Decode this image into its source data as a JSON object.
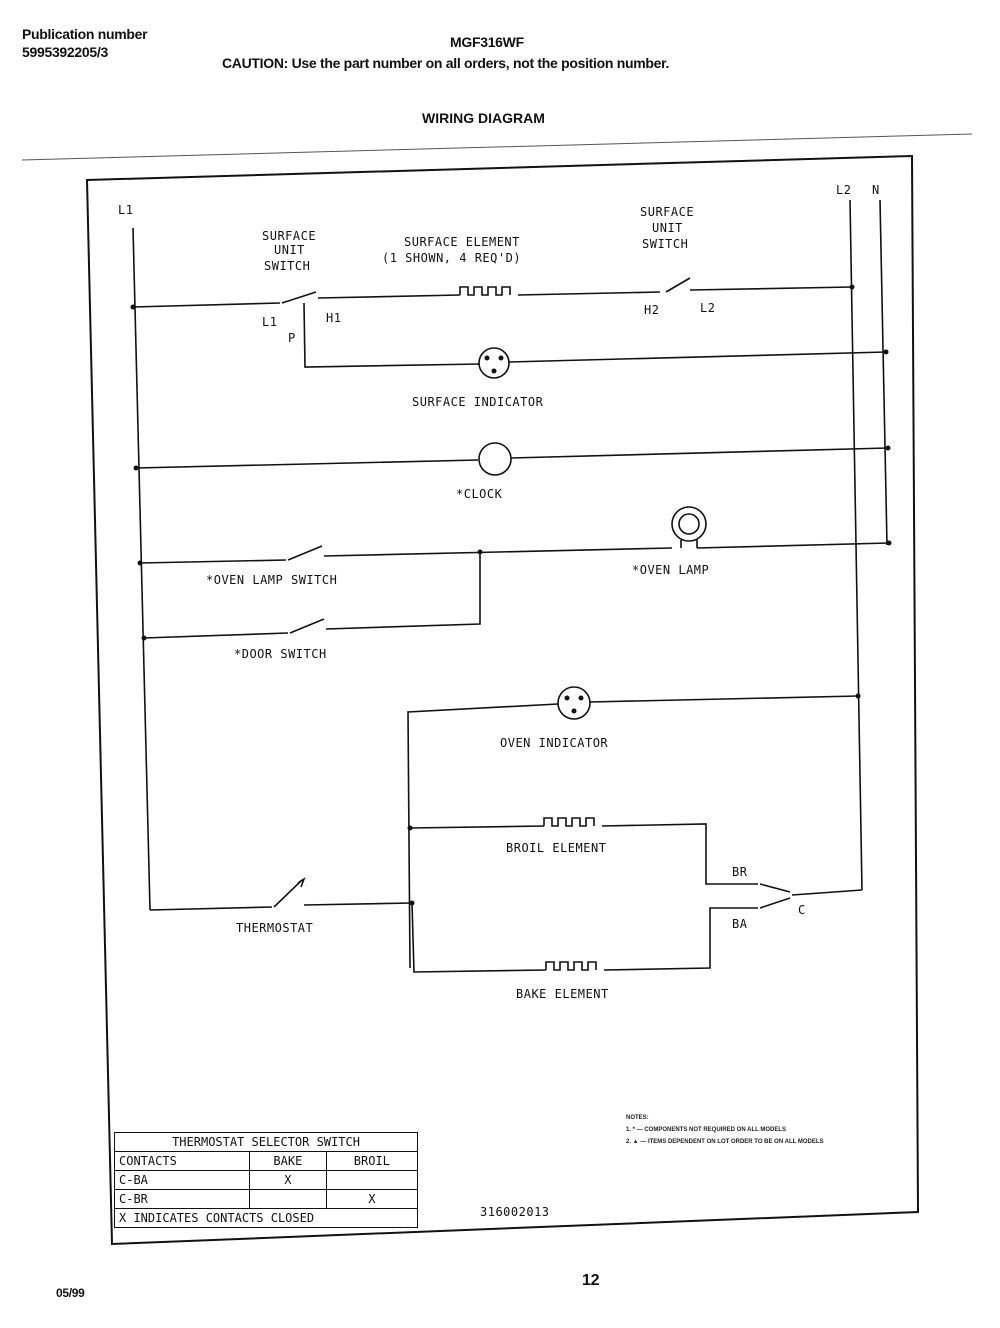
{
  "header": {
    "publication_label": "Publication number",
    "publication_number": "5995392205/3",
    "model": "MGF316WF",
    "caution": "CAUTION: Use the part number on all orders, not the position number.",
    "title": "WIRING DIAGRAM"
  },
  "terminals": {
    "l1": "L1",
    "l2": "L2",
    "n": "N",
    "sw_l1": "L1",
    "sw_p": "P",
    "sw_h1": "H1",
    "sw_h2": "H2",
    "sw_l2": "L2",
    "br": "BR",
    "ba": "BA",
    "c": "C"
  },
  "components": {
    "surface_switch_left": [
      "SURFACE",
      "UNIT",
      "SWITCH"
    ],
    "surface_switch_right": [
      "SURFACE",
      "UNIT",
      "SWITCH"
    ],
    "surface_element": [
      "SURFACE ELEMENT",
      "(1 SHOWN, 4 REQ'D)"
    ],
    "surface_indicator": "SURFACE INDICATOR",
    "clock": "*CLOCK",
    "oven_lamp_switch": "*OVEN LAMP SWITCH",
    "oven_lamp": "*OVEN LAMP",
    "door_switch": "*DOOR SWITCH",
    "oven_indicator": "OVEN INDICATOR",
    "broil_element": "BROIL ELEMENT",
    "bake_element": "BAKE ELEMENT",
    "thermostat": "THERMOSTAT"
  },
  "selector_table": {
    "title": "THERMOSTAT SELECTOR SWITCH",
    "headers": [
      "CONTACTS",
      "BAKE",
      "BROIL"
    ],
    "rows": [
      [
        "C-BA",
        "X",
        ""
      ],
      [
        "C-BR",
        "",
        "X"
      ]
    ],
    "footer": "X INDICATES CONTACTS CLOSED"
  },
  "notes": {
    "label": "NOTES:",
    "line1": "1. * — COMPONENTS NOT REQUIRED ON ALL MODELS",
    "line2": "2. ▲ — ITEMS DEPENDENT ON LOT ORDER TO BE ON ALL MODELS"
  },
  "diagram_number": "316002013",
  "footer": {
    "page": "12",
    "date": "05/99"
  }
}
